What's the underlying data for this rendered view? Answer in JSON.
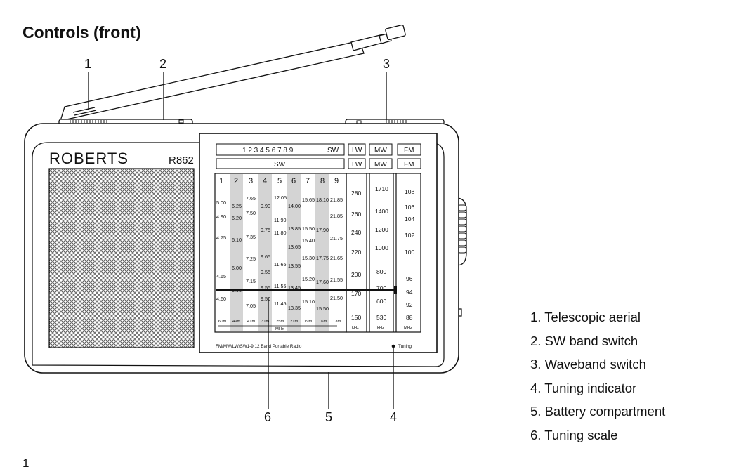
{
  "page": {
    "title": "Controls (front)",
    "page_number": "1"
  },
  "radio": {
    "brand": "ROBERTS",
    "model": "R862",
    "caption": "FM/MW/LW/SW1-9 12 Band Portable Radio",
    "tuning_label": "Tuning"
  },
  "callouts": [
    "1",
    "2",
    "3",
    "4",
    "5",
    "6"
  ],
  "legend": [
    "1. Telescopic aerial",
    "2. SW band switch",
    "3. Waveband switch",
    "4. Tuning indicator",
    "5. Battery compartment",
    "6. Tuning scale"
  ],
  "scale": {
    "band_numbers_header": "1 2 3 4 5 6 7 8 9",
    "sw_label": "SW",
    "lw_label": "LW",
    "mw_label": "MW",
    "fm_label": "FM",
    "sw_columns": [
      "1",
      "2",
      "3",
      "4",
      "5",
      "6",
      "7",
      "8",
      "9"
    ],
    "sw_col1": [
      "5.00",
      "4.90",
      "4.75",
      "4.65",
      "4.60"
    ],
    "sw_col2": [
      "6.25",
      "6.20",
      "6.10",
      "6.00",
      "5.95"
    ],
    "sw_col3": [
      "7.65",
      "7.50",
      "7.35",
      "7.25",
      "7.15",
      "7.05"
    ],
    "sw_col4": [
      "9.90",
      "9.75",
      "9.65",
      "9.55",
      "9.55",
      "9.50"
    ],
    "sw_col5": [
      "12.05",
      "11.90",
      "11.80",
      "11.65",
      "11.55",
      "11.45"
    ],
    "sw_col6": [
      "14.00",
      "13.85",
      "13.65",
      "13.55",
      "13.45",
      "13.35"
    ],
    "sw_col7": [
      "15.65",
      "15.50",
      "15.40",
      "15.30",
      "15.20",
      "15.10"
    ],
    "sw_col8": [
      "18.10",
      "17.90",
      "17.75",
      "17.60",
      "15.50"
    ],
    "sw_col9": [
      "21.85",
      "21.85",
      "21.75",
      "21.65",
      "21.55",
      "21.50"
    ],
    "meter_bands": [
      "60m",
      "49m",
      "41m",
      "31m",
      "25m",
      "21m",
      "19m",
      "16m",
      "13m"
    ],
    "sw_unit": "MHz",
    "lw_values": [
      "280",
      "260",
      "240",
      "220",
      "200",
      "170",
      "150"
    ],
    "lw_unit": "kHz",
    "mw_values": [
      "1710",
      "1400",
      "1200",
      "1000",
      "800",
      "700",
      "600",
      "530"
    ],
    "mw_unit": "kHz",
    "fm_values": [
      "108",
      "106",
      "104",
      "102",
      "100",
      "96",
      "94",
      "92",
      "88"
    ],
    "fm_unit": "MHz"
  }
}
